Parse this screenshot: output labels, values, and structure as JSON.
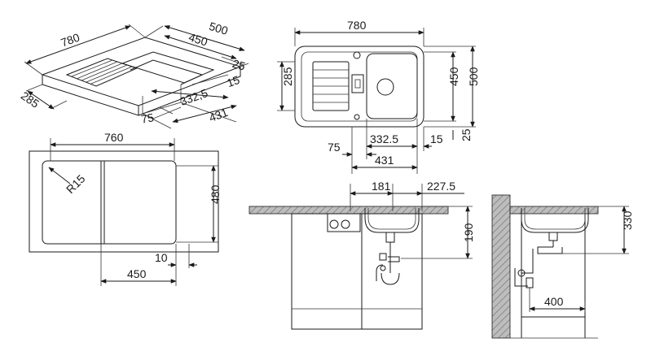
{
  "iso": {
    "width": "780",
    "depth_outer": "500",
    "depth_inner": "450",
    "rim_front": "25",
    "drainer_depth": "285",
    "offset_15": "15",
    "bowl_pos": "332,5",
    "offset_75": "75",
    "bowl_width": "431"
  },
  "top": {
    "width": "780",
    "drainer_depth": "285",
    "depth_inner": "450",
    "depth_outer": "500",
    "offset_75": "75",
    "bowl_pos": "332.5",
    "offset_15": "15",
    "rim_front": "25",
    "bowl_width": "431"
  },
  "cutout": {
    "width": "760",
    "depth": "480",
    "radius": "R15",
    "offset_10": "10",
    "depth_450": "450"
  },
  "front": {
    "dim_181": "181",
    "dim_2275": "227.5",
    "dim_190": "190"
  },
  "side": {
    "dim_330": "330",
    "dim_400": "400"
  }
}
